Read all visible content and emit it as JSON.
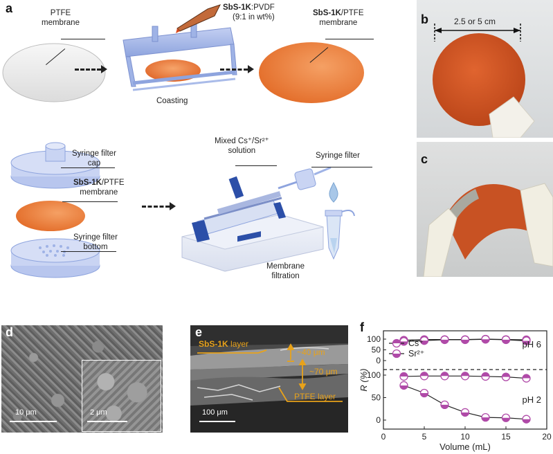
{
  "panels": {
    "a": "a",
    "b": "b",
    "c": "c",
    "d": "d",
    "e": "e",
    "f": "f"
  },
  "panel_a": {
    "ptfe_line1": "PTFE",
    "ptfe_line2": "membrane",
    "ink_bold": "SbS-1K",
    "ink_rest": ":PVDF",
    "ink_ratio": "(9:1 in wt%)",
    "coasting": "Coasting",
    "out_bold": "SbS-1K",
    "out_rest": "/PTFE",
    "out_line2": "membrane",
    "cap_line1": "Syringe filter",
    "cap_line2": "cap",
    "mid_bold": "SbS-1K",
    "mid_rest": "/PTFE",
    "mid_line2": "membrane",
    "bottom_line1": "Syringe filter",
    "bottom_line2": "bottom",
    "mixed_line1": "Mixed Cs⁺/Sr²⁺",
    "mixed_line2": "solution",
    "syringe_filter": "Syringe filter",
    "filt_line1": "Membrane",
    "filt_line2": "filtration"
  },
  "panel_b": {
    "size_label": "2.5 or 5 cm"
  },
  "panel_d": {
    "scale_main": "10 μm",
    "scale_inset": "2 μm"
  },
  "panel_e": {
    "layer1_bold": "SbS-1K",
    "layer1_rest": " layer",
    "thick1": "~40 μm",
    "thick2": "~70 μm",
    "layer2": "PTFE layer",
    "scale": "100 μm"
  },
  "colors": {
    "orange": "#e3783a",
    "purple": "#b04aa8",
    "blue_device": "#9fb3e6",
    "sem_label": "#e8a21a"
  },
  "chart_data": {
    "type": "scatter",
    "xlabel": "Volume (mL)",
    "ylabel": "R (%)",
    "xlim": [
      0,
      20
    ],
    "xticks": [
      0,
      5,
      10,
      15,
      20
    ],
    "yticks_top": [
      0,
      50,
      100
    ],
    "yticks_bottom": [
      0,
      50,
      100
    ],
    "legend": [
      "Cs⁺",
      "Sr²⁺"
    ],
    "legend_position": "top-left",
    "panels": [
      {
        "label": "pH 6",
        "series": [
          {
            "name": "Cs⁺",
            "x": [
              2.5,
              5,
              7.5,
              10,
              12.5,
              15,
              17.5
            ],
            "y": [
              95,
              98,
              98,
              98,
              100,
              98,
              97
            ]
          },
          {
            "name": "Sr²⁺",
            "x": [
              2.5,
              5,
              7.5,
              10,
              12.5,
              15,
              17.5
            ],
            "y": [
              89,
              93,
              97,
              97,
              99,
              97,
              92
            ]
          }
        ]
      },
      {
        "label": "pH 2",
        "series": [
          {
            "name": "Cs⁺",
            "x": [
              2.5,
              5,
              7.5,
              10,
              12.5,
              15,
              17.5
            ],
            "y": [
              97,
              98,
              98,
              98,
              97,
              96,
              93
            ]
          },
          {
            "name": "Sr²⁺",
            "x": [
              2.5,
              5,
              7.5,
              10,
              12.5,
              15,
              17.5
            ],
            "y": [
              77,
              60,
              34,
              17,
              6,
              5,
              2
            ]
          }
        ]
      }
    ]
  }
}
